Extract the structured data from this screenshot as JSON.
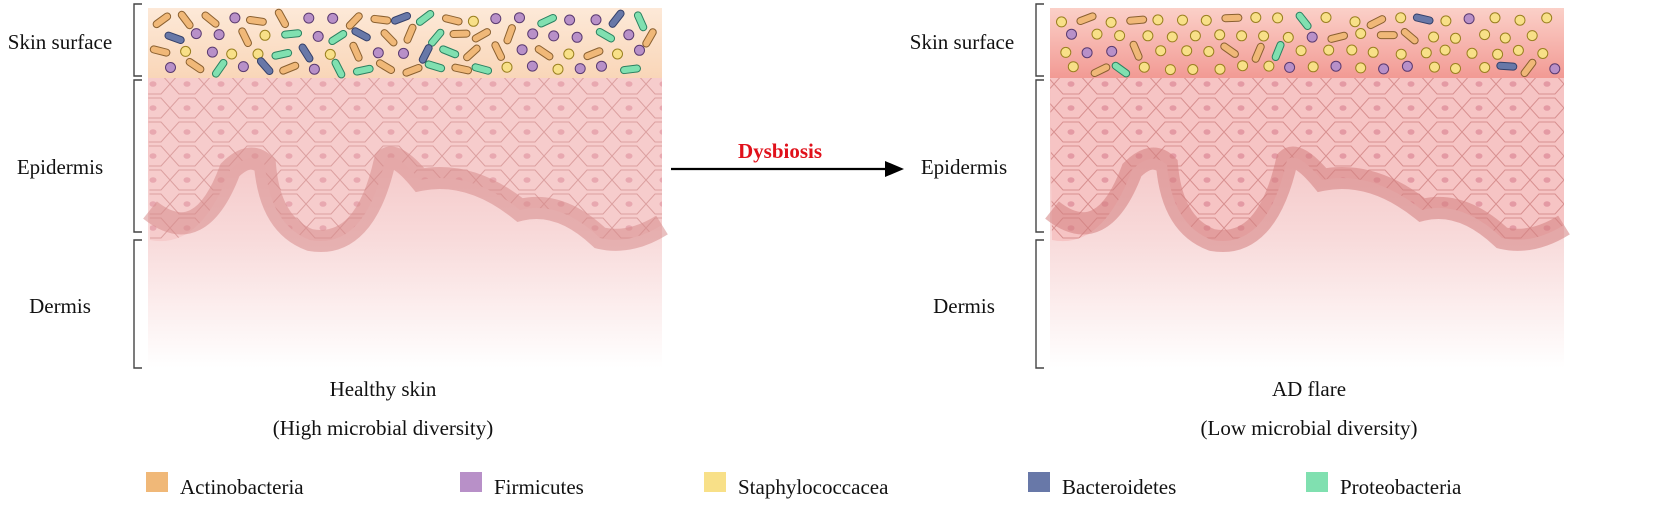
{
  "left_panel": {
    "layers": {
      "surface": "Skin surface",
      "epidermis": "Epidermis",
      "dermis": "Dermis"
    },
    "caption": "Healthy skin",
    "subcaption": "(High microbial diversity)"
  },
  "right_panel": {
    "layers": {
      "surface": "Skin surface",
      "epidermis": "Epidermis",
      "dermis": "Dermis"
    },
    "caption": "AD flare",
    "subcaption": "(Low microbial diversity)"
  },
  "transition": {
    "label": "Dysbiosis"
  },
  "legend": [
    {
      "label": "Actinobacteria",
      "color": "#f0b878"
    },
    {
      "label": "Firmicutes",
      "color": "#b890c8"
    },
    {
      "label": "Staphylococcacea",
      "color": "#f8e088"
    },
    {
      "label": "Bacteroidetes",
      "color": "#6878a8"
    },
    {
      "label": "Proteobacteria",
      "color": "#80e0b0"
    }
  ],
  "colors": {
    "healthy_surface": "#fbe0c8",
    "inflamed_surface": "#f5a8a0",
    "tissue": "#f5c9c9",
    "cell_stroke": "#d89a9a",
    "dysbiosis_label": "#e0101a",
    "arrow": "#000000"
  }
}
